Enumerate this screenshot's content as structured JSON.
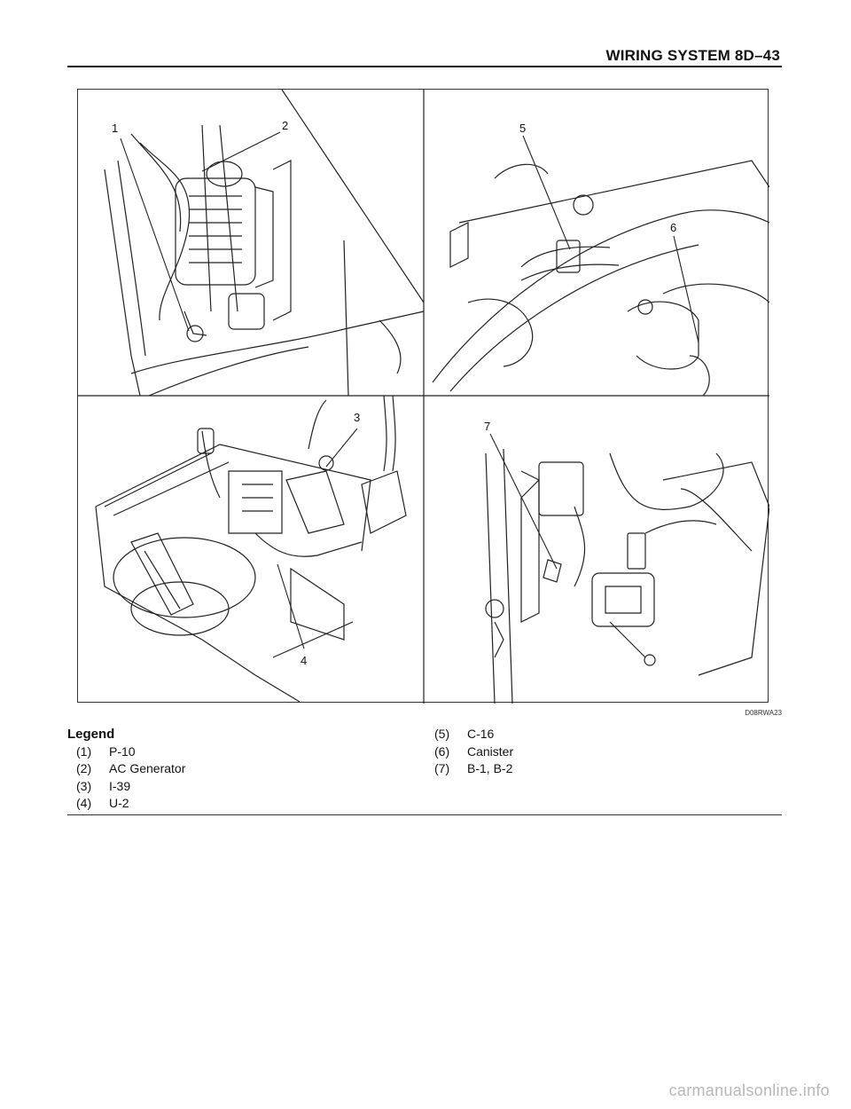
{
  "header": {
    "title": "WIRING SYSTEM    8D–43"
  },
  "figure": {
    "code": "D08RWA23",
    "callouts": [
      "1",
      "2",
      "3",
      "4",
      "5",
      "6",
      "7"
    ]
  },
  "legend": {
    "title": "Legend",
    "items": [
      {
        "num": "(1)",
        "label": "P-10"
      },
      {
        "num": "(2)",
        "label": "AC Generator"
      },
      {
        "num": "(3)",
        "label": "I-39"
      },
      {
        "num": "(4)",
        "label": "U-2"
      },
      {
        "num": "(5)",
        "label": "C-16"
      },
      {
        "num": "(6)",
        "label": "Canister"
      },
      {
        "num": "(7)",
        "label": "B-1, B-2"
      }
    ]
  },
  "watermark": "carmanualsonline.info"
}
